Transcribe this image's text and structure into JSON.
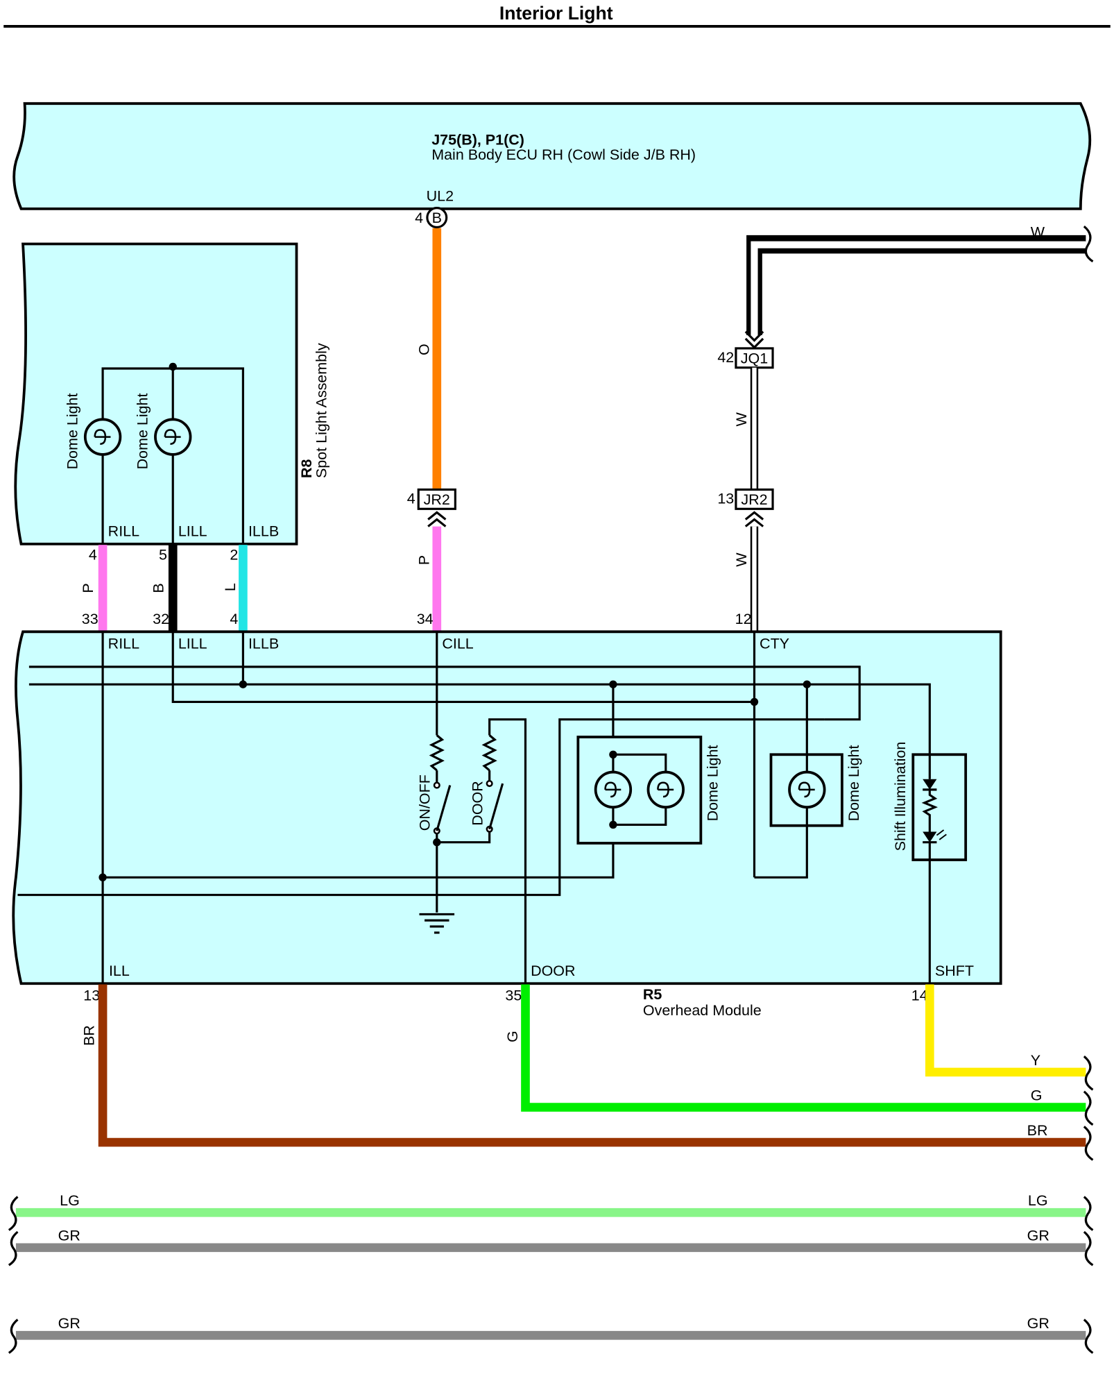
{
  "title": "Interior Light",
  "ecu": {
    "code": "J75(B), P1(C)",
    "name": "Main Body ECU RH (Cowl Side J/B RH)",
    "terminal": "UL2",
    "pin": "4",
    "pin_tag": "B"
  },
  "spot_light": {
    "code": "R8",
    "name": "Spot Light Assembly",
    "lamp_label": "Dome Light",
    "terminals": [
      "RILL",
      "LILL",
      "ILLB"
    ],
    "pins": [
      "4",
      "5",
      "2"
    ]
  },
  "overhead": {
    "code": "R5",
    "name": "Overhead Module",
    "top_terminals": [
      "RILL",
      "LILL",
      "ILLB",
      "CILL",
      "CTY"
    ],
    "top_pins": [
      "33",
      "32",
      "4",
      "34",
      "12"
    ],
    "bottom_terminals": [
      "ILL",
      "DOOR",
      "SHFT"
    ],
    "bottom_pins": [
      "13",
      "35",
      "14"
    ],
    "switch_labels": [
      "ON/OFF",
      "DOOR"
    ],
    "lamp_label": "Dome Light",
    "shift_label": "Shift Illumination"
  },
  "junctions": [
    {
      "id": "JR2",
      "pin": "4"
    },
    {
      "id": "JR2",
      "pin": "13"
    },
    {
      "id": "JQ1",
      "pin": "42"
    }
  ],
  "wires": [
    {
      "id": "o",
      "code": "O",
      "color": "#ff8000"
    },
    {
      "id": "p_ecu",
      "code": "P",
      "color": "#ff77ee"
    },
    {
      "id": "w_jq1",
      "code": "W",
      "color": "#ffffff"
    },
    {
      "id": "w_jr2",
      "code": "W",
      "color": "#ffffff"
    },
    {
      "id": "w_right",
      "code": "W",
      "color": "#ffffff"
    },
    {
      "id": "p_rill",
      "code": "P",
      "color": "#ff77ee"
    },
    {
      "id": "b_lill",
      "code": "B",
      "color": "#000000"
    },
    {
      "id": "l_illb",
      "code": "L",
      "color": "#22e5e5"
    },
    {
      "id": "br_ill",
      "code": "BR",
      "color": "#993300"
    },
    {
      "id": "g_door",
      "code": "G",
      "color": "#00ee00"
    },
    {
      "id": "y_shft",
      "code": "Y",
      "color": "#ffee00"
    },
    {
      "id": "lg",
      "code": "LG",
      "color": "#88f588"
    },
    {
      "id": "gr1",
      "code": "GR",
      "color": "#888888"
    },
    {
      "id": "gr2",
      "code": "GR",
      "color": "#888888"
    }
  ],
  "colors": {
    "module_fill": "#ccffff",
    "outline": "#000000"
  }
}
